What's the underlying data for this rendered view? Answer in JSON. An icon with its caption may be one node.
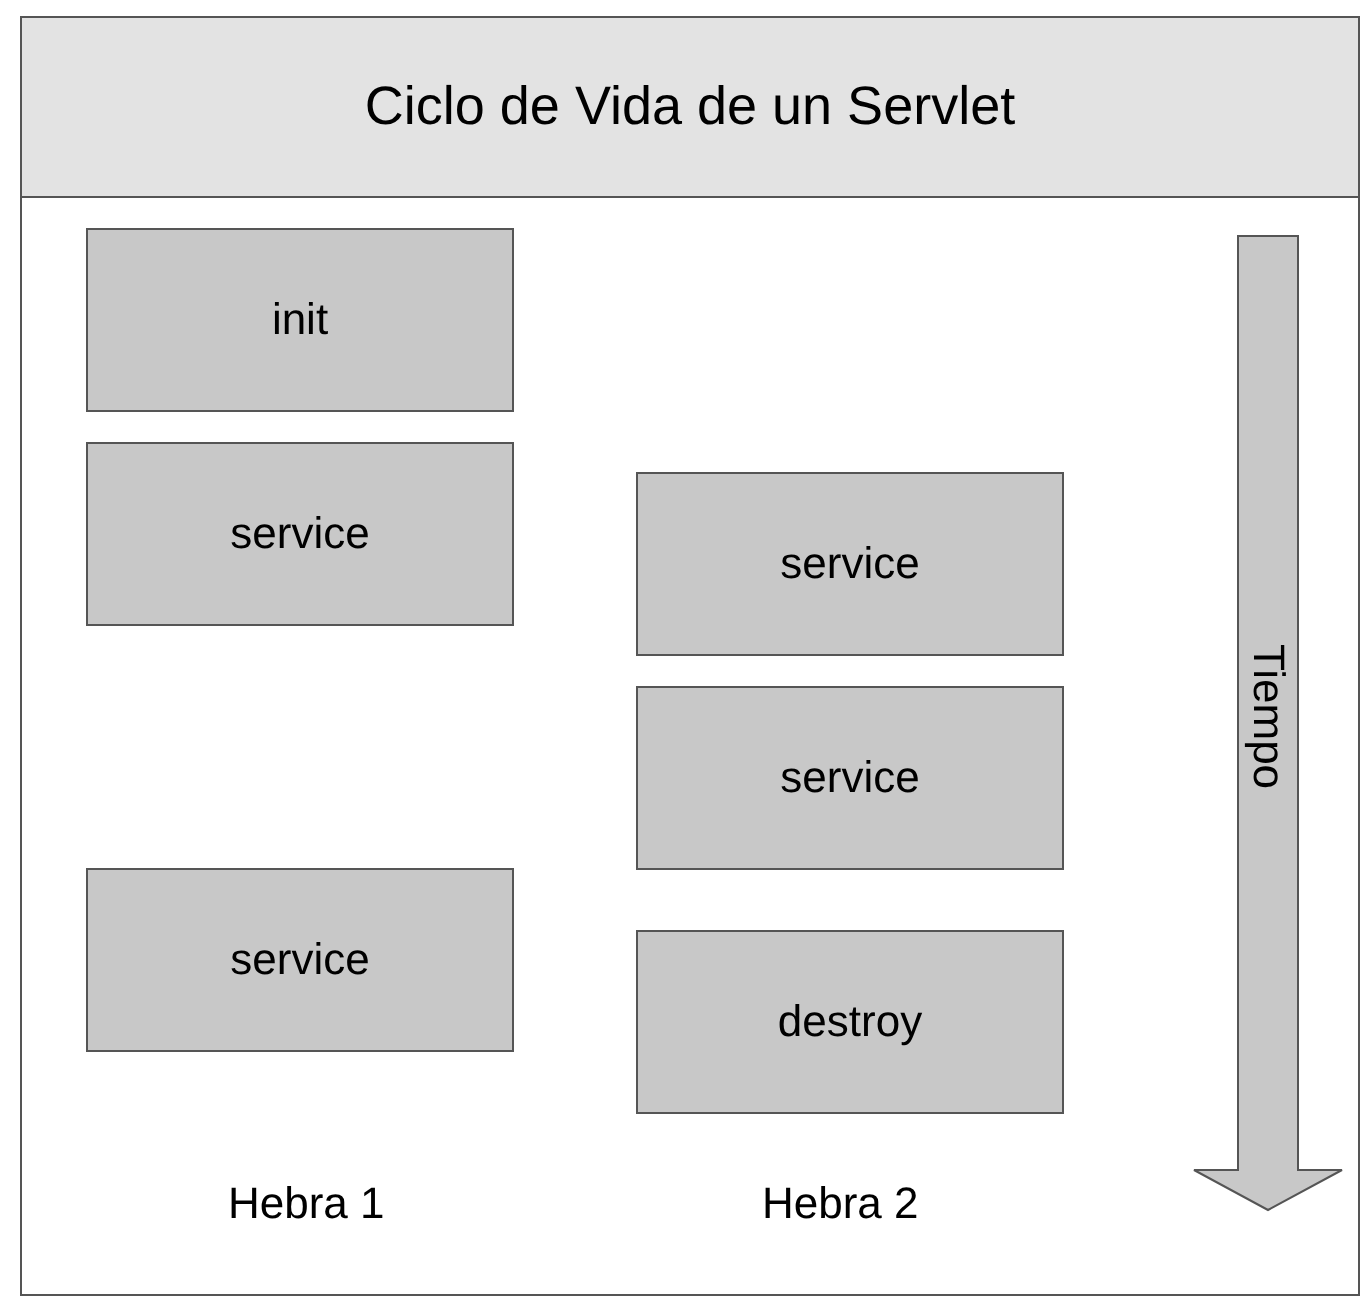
{
  "diagram": {
    "title": "Ciclo de Vida de un Servlet",
    "nodes": [
      {
        "text": [
          "init"
        ]
      },
      {
        "text": [
          "service"
        ]
      },
      {
        "text": [
          "service"
        ]
      },
      {
        "text": [
          "service"
        ]
      },
      {
        "text": [
          "service"
        ]
      },
      {
        "text": [
          "destroy"
        ]
      },
      {
        "text": [
          "Tiempo"
        ]
      }
    ],
    "edges": [],
    "labels": [
      "Hebra 1",
      "Hebra 2"
    ]
  }
}
